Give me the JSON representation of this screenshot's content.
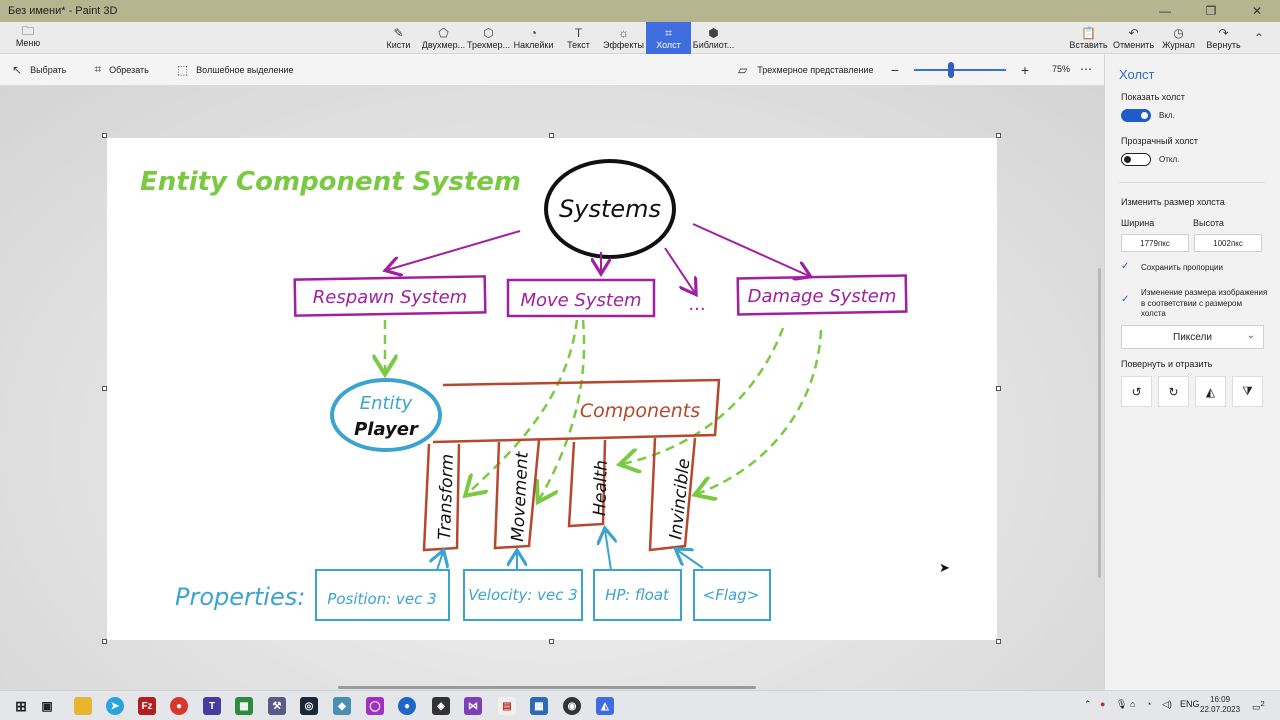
{
  "window": {
    "title": "Без имени* - Paint 3D"
  },
  "ribbon": {
    "menu_label": "Меню",
    "tools": [
      {
        "label": "Кисти",
        "icon": "brush-icon"
      },
      {
        "label": "Двухмер...",
        "icon": "2d-shapes-icon"
      },
      {
        "label": "Трехмер...",
        "icon": "3d-shapes-icon"
      },
      {
        "label": "Наклейки",
        "icon": "stickers-icon"
      },
      {
        "label": "Текст",
        "icon": "text-icon"
      },
      {
        "label": "Эффекты",
        "icon": "effects-icon"
      },
      {
        "label": "Холст",
        "icon": "canvas-icon",
        "active": true
      },
      {
        "label": "Библиот...",
        "icon": "library-icon"
      }
    ],
    "right_tools": [
      {
        "label": "Вставить",
        "icon": "paste-icon"
      },
      {
        "label": "Отменить",
        "icon": "undo-icon"
      },
      {
        "label": "Журнал",
        "icon": "history-icon"
      },
      {
        "label": "Вернуть",
        "icon": "redo-icon"
      }
    ],
    "accent": "#3f6de0"
  },
  "toolbar": {
    "select_label": "Выбрать",
    "crop_label": "Обрезать",
    "magic_select_label": "Волшебное выделение",
    "view3d_label": "Трехмерное представление",
    "zoom_level": "75%",
    "zoom_fraction": 0.4
  },
  "panel": {
    "title": "Холст",
    "show_canvas_label": "Показать холст",
    "show_canvas_state": "Вкл.",
    "transparent_label": "Прозрачный холст",
    "transparent_state": "Откл.",
    "resize_label": "Изменить размер холста",
    "width_label": "Ширина",
    "height_label": "Высота",
    "width_value": "1779пкс",
    "height_value": "1002пкс",
    "keep_ratio_label": "Сохранить пропорции",
    "resize_image_label": "Изменение размера изображения в соответствии с размером холста",
    "units_value": "Пиксели",
    "rotate_label": "Повернуть и отразить"
  },
  "diagram": {
    "title": "Entity Component System",
    "systems": "Systems",
    "respawn": "Respawn System",
    "move": "Move System",
    "ellipsis": "...",
    "damage": "Damage System",
    "entity": "Entity",
    "player": "Player",
    "components": "Components",
    "comp_transform": "Transform",
    "comp_movement": "Movement",
    "comp_health": "Health",
    "comp_invincible": "Invincible",
    "properties": "Properties:",
    "prop_position": "Position: vec 3",
    "prop_velocity": "Velocity: vec 3",
    "prop_hp": "HP: float",
    "prop_flag": "<Flag>",
    "colors": {
      "green": "#7ac943",
      "purple": "#a020a0",
      "blue": "#3ba3d0",
      "brown": "#b5482f"
    }
  },
  "taskbar": {
    "lang": "ENG",
    "time": "16:09",
    "date": "22.07.2023",
    "notifications": "2"
  }
}
